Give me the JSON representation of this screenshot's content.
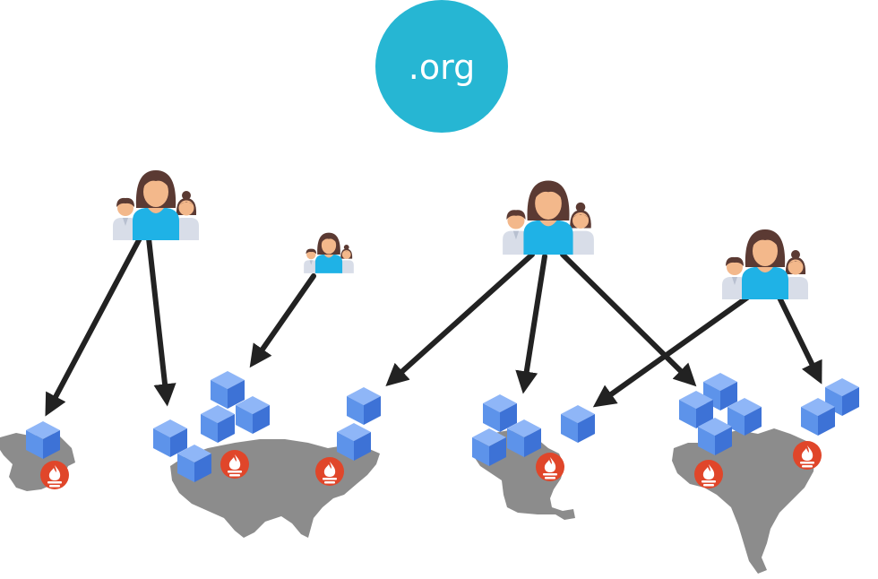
{
  "org_badge": {
    "label": ".org",
    "color": "#26b6d3"
  },
  "colors": {
    "map": "#8c8c8c",
    "arrow": "#222222",
    "cube_top": "#8fb6f7",
    "cube_left": "#5d93ea",
    "cube_right": "#3d72d6",
    "prometheus": "#e0462a",
    "person_skin": "#f3b88b",
    "person_hair": "#5b3a33",
    "person_shirt": "#1fb2e6",
    "person_shirt_side": "#d8dde8"
  },
  "icons": {
    "user_group": "user-group-icon",
    "node": "node-cube-icon",
    "monitor": "prometheus-icon",
    "region_map": "region-map"
  },
  "user_groups": [
    {
      "name": "user-group-1"
    },
    {
      "name": "user-group-2"
    },
    {
      "name": "user-group-3"
    },
    {
      "name": "user-group-4"
    }
  ],
  "regions": [
    {
      "name": "region-europe"
    },
    {
      "name": "region-north-america"
    },
    {
      "name": "region-africa"
    },
    {
      "name": "region-south-america"
    }
  ]
}
